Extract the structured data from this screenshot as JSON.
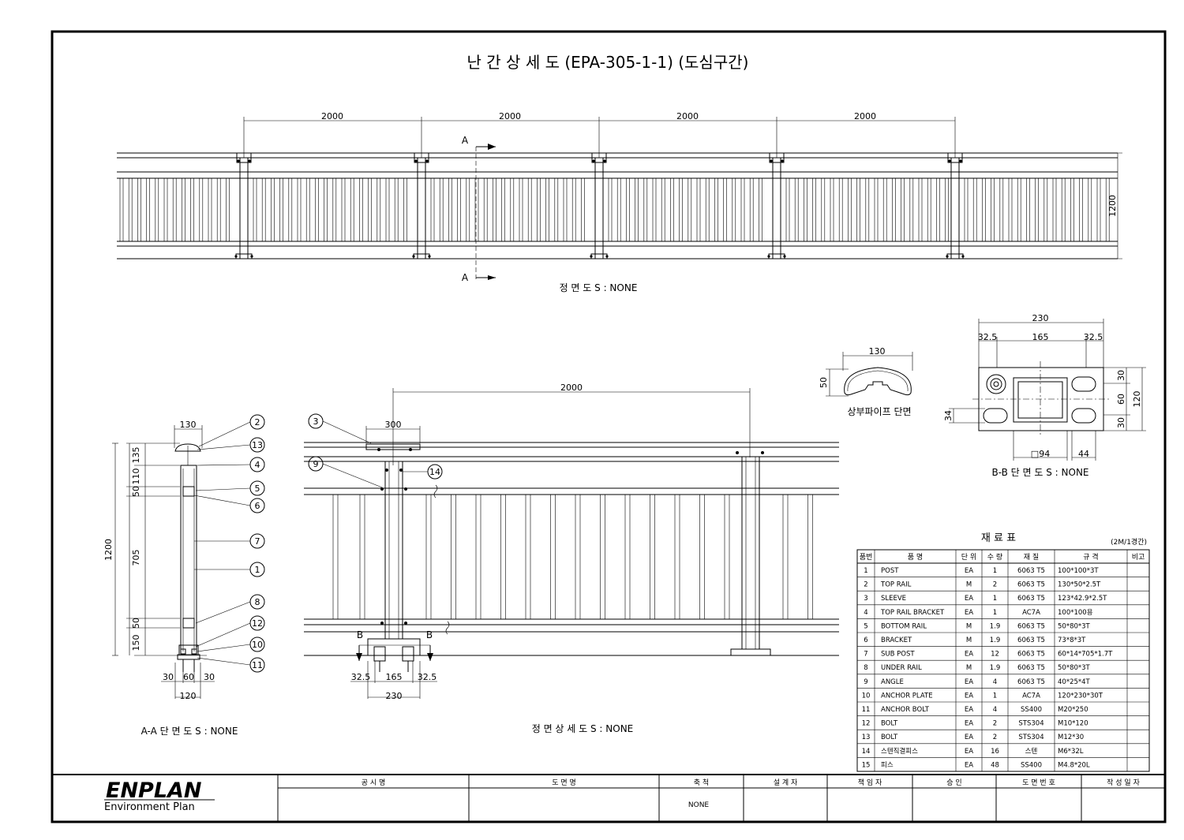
{
  "title": "난 간 상 세 도 (EPA-305-1-1) (도심구간)",
  "front_view": {
    "span_labels": [
      "2000",
      "2000",
      "2000",
      "2000"
    ],
    "height_label": "1200",
    "section_mark": "A",
    "caption": "정 면 도 S : NONE"
  },
  "top_pipe": {
    "width_label": "130",
    "height_label": "50",
    "caption": "상부파이프 단면"
  },
  "bb_section": {
    "overall_width": "230",
    "left_offset": "32.5",
    "center_width": "165",
    "right_offset": "32.5",
    "dims_right": [
      "30",
      "60",
      "30"
    ],
    "overall_height": "120",
    "hole_label": "34",
    "post_label": "□94",
    "slot_label": "44",
    "caption": "B-B 단 면 도 S : NONE"
  },
  "aa_section": {
    "top_width": "130",
    "left_dims": [
      "135",
      "110",
      "50",
      "705",
      "50",
      "150"
    ],
    "height_label": "1200",
    "bottom_dims": [
      "30",
      "60",
      "30"
    ],
    "bottom_total": "120",
    "callouts": [
      "2",
      "13",
      "4",
      "5",
      "6",
      "7",
      "1",
      "8",
      "12",
      "10",
      "11"
    ],
    "caption": "A-A 단 면 도 S : NONE"
  },
  "detail_view": {
    "span_label": "2000",
    "bracket_label": "300",
    "callouts": [
      "3",
      "9",
      "14"
    ],
    "section_mark": "B",
    "bottom_dims": [
      "32.5",
      "165",
      "32.5"
    ],
    "bottom_total": "230",
    "caption": "정 면 상 세 도 S : NONE"
  },
  "materials": {
    "title": "재    료    표",
    "note": "(2M/1경간)",
    "headers": [
      "품번",
      "품    명",
      "단 위",
      "수 량",
      "재    질",
      "규    격",
      "비고"
    ],
    "rows": [
      [
        "1",
        "POST",
        "EA",
        "1",
        "6063 T5",
        "100*100*3T",
        ""
      ],
      [
        "2",
        "TOP RAIL",
        "M",
        "2",
        "6063 T5",
        "130*50*2.5T",
        ""
      ],
      [
        "3",
        "SLEEVE",
        "EA",
        "1",
        "6063 T5",
        "123*42.9*2.5T",
        ""
      ],
      [
        "4",
        "TOP RAIL BRACKET",
        "EA",
        "1",
        "AC7A",
        "100*100용",
        ""
      ],
      [
        "5",
        "BOTTOM RAIL",
        "M",
        "1.9",
        "6063 T5",
        "50*80*3T",
        ""
      ],
      [
        "6",
        "BRACKET",
        "M",
        "1.9",
        "6063 T5",
        "73*8*3T",
        ""
      ],
      [
        "7",
        "SUB POST",
        "EA",
        "12",
        "6063 T5",
        "60*14*705*1.7T",
        ""
      ],
      [
        "8",
        "UNDER RAIL",
        "M",
        "1.9",
        "6063 T5",
        "50*80*3T",
        ""
      ],
      [
        "9",
        "ANGLE",
        "EA",
        "4",
        "6063 T5",
        "40*25*4T",
        ""
      ],
      [
        "10",
        "ANCHOR PLATE",
        "EA",
        "1",
        "AC7A",
        "120*230*30T",
        ""
      ],
      [
        "11",
        "ANCHOR BOLT",
        "EA",
        "4",
        "SS400",
        "M20*250",
        ""
      ],
      [
        "12",
        "BOLT",
        "EA",
        "2",
        "STS304",
        "M10*120",
        ""
      ],
      [
        "13",
        "BOLT",
        "EA",
        "2",
        "STS304",
        "M12*30",
        ""
      ],
      [
        "14",
        "스텐직결피스",
        "EA",
        "16",
        "스텐",
        "M6*32L",
        ""
      ],
      [
        "15",
        "피스",
        "EA",
        "48",
        "SS400",
        "M4.8*20L",
        ""
      ]
    ]
  },
  "title_block": {
    "logo": "ENPLAN",
    "logo_sub": "Environment  Plan",
    "headers": [
      "공    시    명",
      "도    면    명",
      "축    척",
      "설 계 자",
      "책 임 자",
      "승    인",
      "도 면 번 호",
      "작 성 일 자"
    ],
    "scale_value": "NONE"
  }
}
